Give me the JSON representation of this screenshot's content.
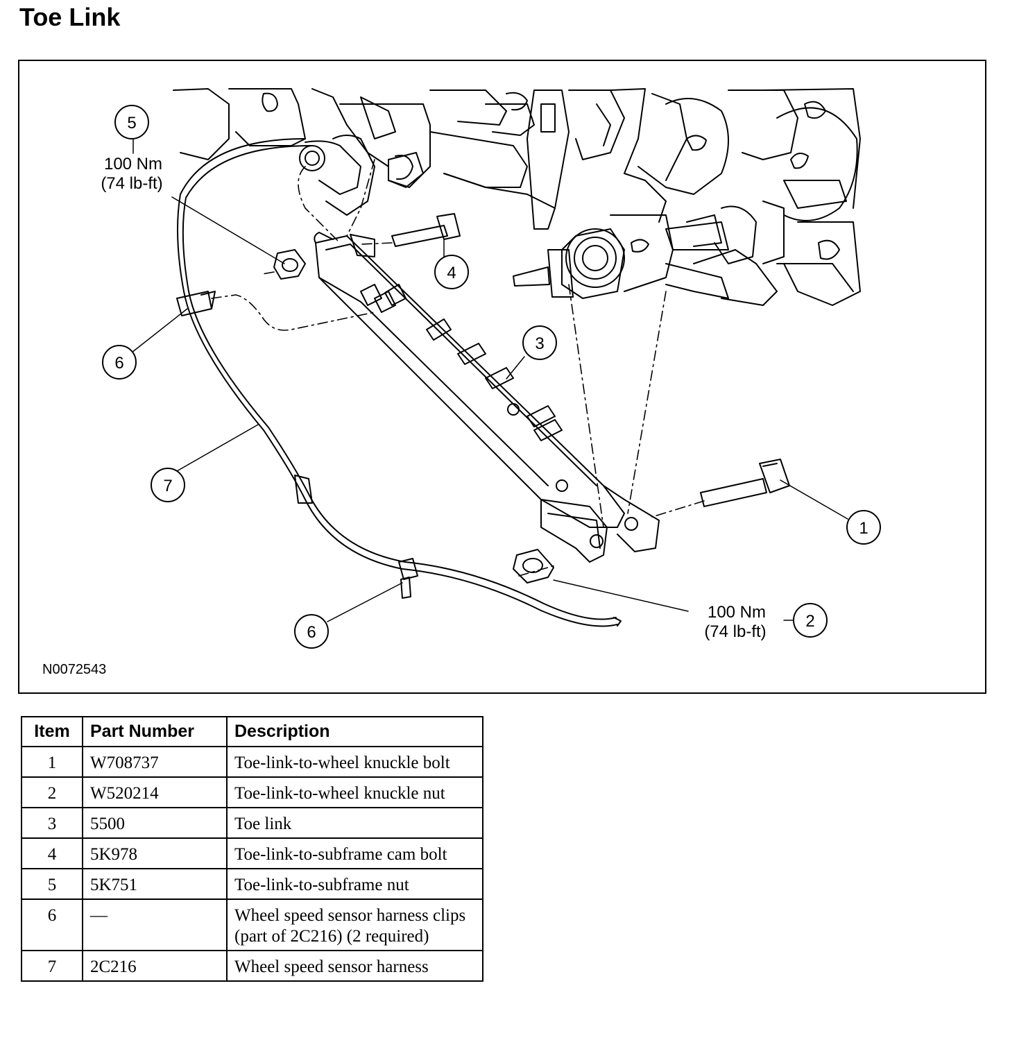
{
  "title": "Toe Link",
  "figure": {
    "id": "N0072543",
    "callouts": [
      {
        "num": "1"
      },
      {
        "num": "2",
        "torque_nm": "100 Nm",
        "torque_lbft": "(74 lb-ft)"
      },
      {
        "num": "3"
      },
      {
        "num": "4"
      },
      {
        "num": "5",
        "torque_nm": "100 Nm",
        "torque_lbft": "(74 lb-ft)"
      },
      {
        "num": "6"
      },
      {
        "num": "6"
      },
      {
        "num": "7"
      }
    ]
  },
  "table": {
    "headers": [
      "Item",
      "Part Number",
      "Description"
    ],
    "rows": [
      {
        "item": "1",
        "part": "W708737",
        "desc": "Toe-link-to-wheel knuckle bolt"
      },
      {
        "item": "2",
        "part": "W520214",
        "desc": "Toe-link-to-wheel knuckle nut"
      },
      {
        "item": "3",
        "part": "5500",
        "desc": "Toe link"
      },
      {
        "item": "4",
        "part": "5K978",
        "desc": "Toe-link-to-subframe cam bolt"
      },
      {
        "item": "5",
        "part": "5K751",
        "desc": "Toe-link-to-subframe nut"
      },
      {
        "item": "6",
        "part": "—",
        "desc": "Wheel speed sensor harness clips (part of 2C216) (2 required)"
      },
      {
        "item": "7",
        "part": "2C216",
        "desc": "Wheel speed sensor harness"
      }
    ]
  }
}
